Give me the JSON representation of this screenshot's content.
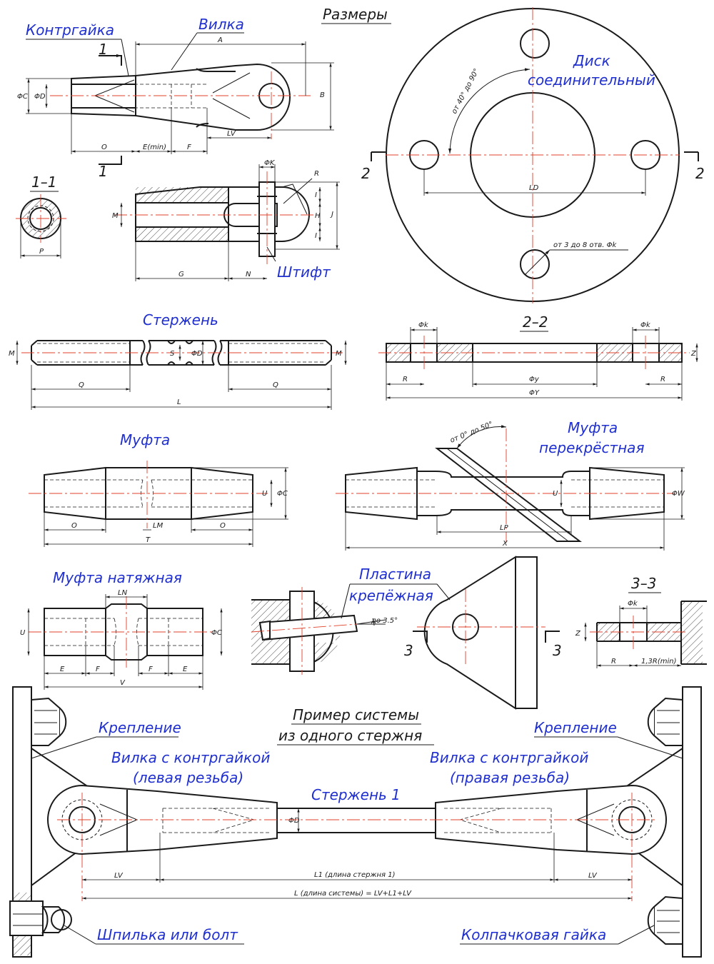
{
  "header": {
    "title": "Размеры"
  },
  "colors": {
    "ink": "#1a1a1a",
    "label": "#1f2fd0",
    "centerline": "#e0402a",
    "hatch": "#1a1a1a"
  },
  "labels": {
    "kontrgaika": "Контргайка",
    "vilka": "Вилка",
    "disk": [
      "Диск",
      "соединительный"
    ],
    "section_1_1": "1–1",
    "section_2_2": "2–2",
    "section_3_3": "3–3",
    "shtift": "Штифт",
    "sterzhen": "Стержень",
    "mufta": "Муфта",
    "mufta_perekr": [
      "Муфта",
      "перекрёстная"
    ],
    "mufta_natyazh": "Муфта натяжная",
    "plastina": [
      "Пластина",
      "крепёжная"
    ],
    "example": [
      "Пример системы",
      "из одного стержня"
    ],
    "kreplenie": "Крепление",
    "vilka_left": [
      "Вилка с контргайкой",
      "(левая резьба)"
    ],
    "vilka_right": [
      "Вилка с контргайкой",
      "(правая резьба)"
    ],
    "sterzhen1": "Стержень 1",
    "shpilka": "Шпилька или болт",
    "kolpach": "Колпачковая гайка"
  },
  "dims": {
    "A": "A",
    "B": "B",
    "phiC": "ΦC",
    "phiD": "ΦD",
    "LV": "LV",
    "O": "O",
    "Emin": "E(min)",
    "F": "F",
    "sec1": "1",
    "P": "P",
    "phiK": "ΦK",
    "R": "R",
    "I": "I",
    "H": "H",
    "J": "J",
    "M": "M",
    "G": "G",
    "N": "N",
    "angle40": "от 40° до 90°",
    "LD": "LD",
    "holes": "от 3 до 8 отв. Φk",
    "sec2": "2",
    "Q": "Q",
    "L": "L",
    "S": "S",
    "phik": "Φk",
    "Z": "Z",
    "phiy": "Φy",
    "phiY": "ΦY",
    "angle0": "от 0° до 50°",
    "LM": "LM",
    "T": "T",
    "U": "U",
    "LP": "LP",
    "X": "X",
    "phiW": "ΦW",
    "LN": "LN",
    "E": "E",
    "V": "V",
    "deg35": "до 3.5°",
    "sec3": "3",
    "R13": "1,3R(min)",
    "L1": "L1 (длина стержня 1)",
    "Lsys": "L (длина системы) = LV+L1+LV"
  }
}
